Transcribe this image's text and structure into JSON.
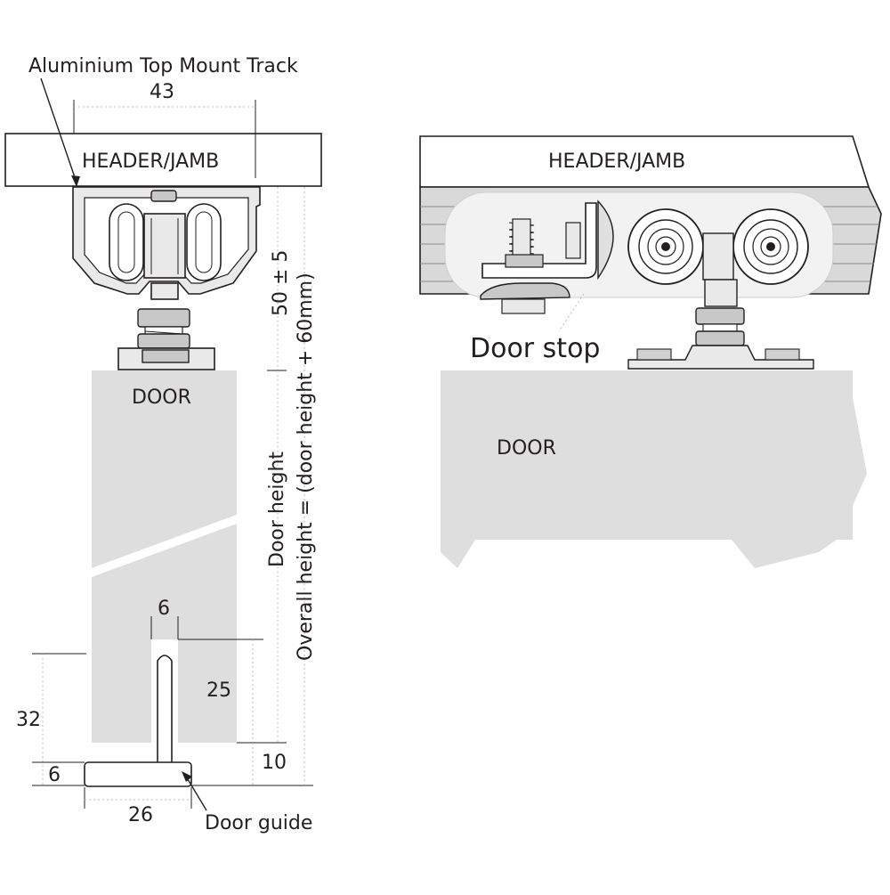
{
  "left_view": {
    "track_label": "Aluminium Top Mount Track",
    "header_label": "HEADER/JAMB",
    "door_label": "DOOR",
    "dim_track_width": "43",
    "dim_clearance": "50 ± 5",
    "dim_door_height": "Door height",
    "dim_overall_height": "Overall height = (door height + 60mm)",
    "dim_groove_width": "6",
    "dim_groove_depth": "25",
    "dim_guide_height": "32",
    "dim_guide_base": "6",
    "dim_guide_clearance": "10",
    "dim_guide_width": "26",
    "guide_label": "Door guide"
  },
  "right_view": {
    "header_label": "HEADER/JAMB",
    "door_label": "DOOR",
    "stop_label": "Door stop"
  },
  "colors": {
    "line": "#231f20",
    "door_fill": "#dedede",
    "part_fill": "#e9e9e9",
    "track_fill": "#d9d9d9"
  }
}
